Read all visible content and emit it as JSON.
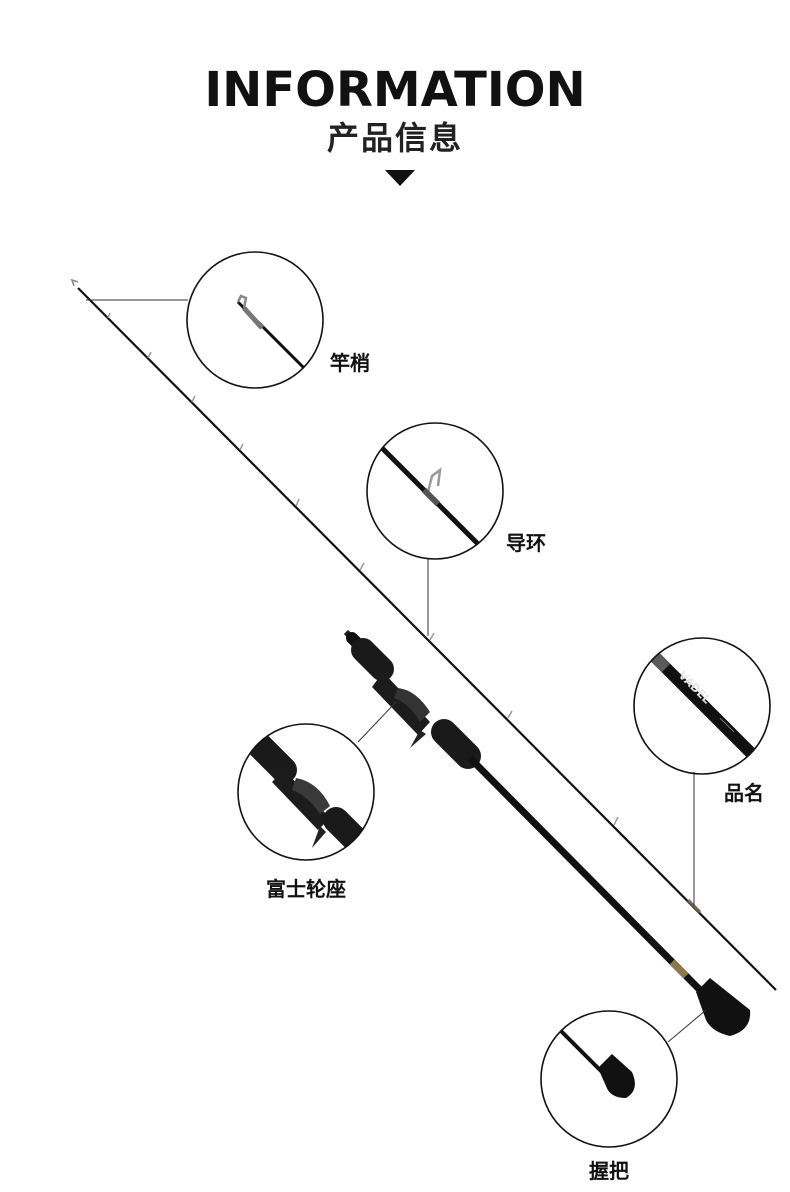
{
  "header": {
    "title_en": "INFORMATION",
    "title_cn": "产品信息"
  },
  "rod": {
    "brand_text": "VADEL"
  },
  "callouts": {
    "tip": {
      "label": "竿梢",
      "icon": "rod-tip-closeup-icon"
    },
    "guide": {
      "label": "导环",
      "icon": "guide-ring-closeup-icon"
    },
    "name": {
      "label": "品名",
      "icon": "rod-name-closeup-icon"
    },
    "reel_seat": {
      "label": "富士轮座",
      "icon": "reel-seat-closeup-icon"
    },
    "grip": {
      "label": "握把",
      "icon": "grip-closeup-icon"
    }
  },
  "colors": {
    "rod": "#111111",
    "guide": "#9a9a9a",
    "accent_gold": "#b8a46a",
    "leader_line": "#333333"
  }
}
